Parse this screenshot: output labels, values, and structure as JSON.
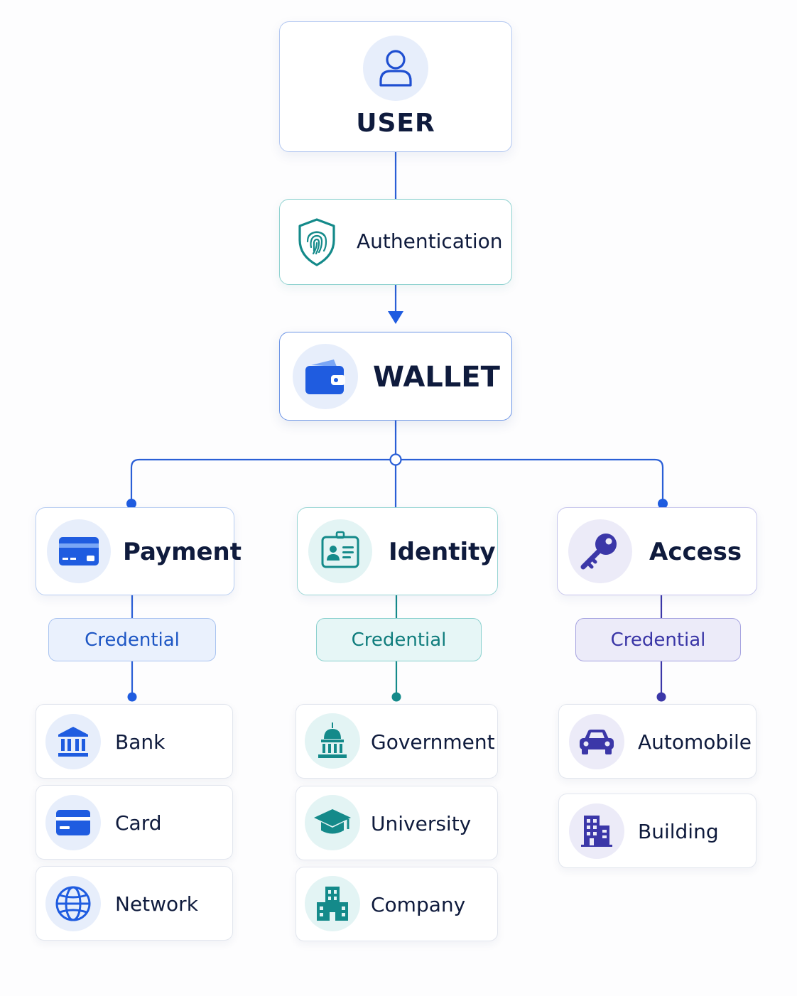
{
  "colors": {
    "blue": "#1f5ce0",
    "teal": "#148a8a",
    "violet": "#3b37a8",
    "text": "#0f1b3d"
  },
  "user": {
    "label": "USER",
    "icon": "user-icon"
  },
  "authentication": {
    "label": "Authentication",
    "icon": "shield-fingerprint-icon"
  },
  "wallet": {
    "label": "WALLET",
    "icon": "wallet-icon"
  },
  "categories": [
    {
      "label": "Payment",
      "icon": "credit-card-icon",
      "credential": "Credential",
      "items": [
        {
          "label": "Bank",
          "icon": "bank-icon"
        },
        {
          "label": "Card",
          "icon": "card-icon"
        },
        {
          "label": "Network",
          "icon": "globe-icon"
        }
      ]
    },
    {
      "label": "Identity",
      "icon": "id-badge-icon",
      "credential": "Credential",
      "items": [
        {
          "label": "Government",
          "icon": "capitol-icon"
        },
        {
          "label": "University",
          "icon": "graduation-cap-icon"
        },
        {
          "label": "Company",
          "icon": "office-building-icon"
        }
      ]
    },
    {
      "label": "Access",
      "icon": "key-icon",
      "credential": "Credential",
      "items": [
        {
          "label": "Automobile",
          "icon": "car-icon"
        },
        {
          "label": "Building",
          "icon": "building-icon"
        }
      ]
    }
  ]
}
